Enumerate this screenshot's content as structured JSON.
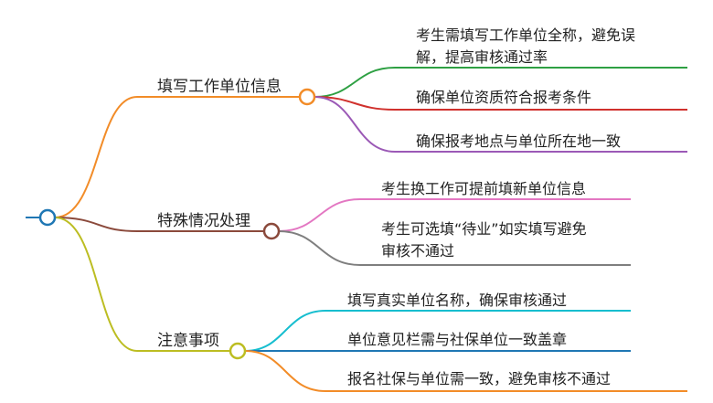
{
  "branches": [
    {
      "label": "填写工作单位信息",
      "color": "#F28C28",
      "children": [
        {
          "lines": [
            "考生需填写工作单位全称，避免误",
            "解，提高审核通过率"
          ],
          "color": "#2EA043"
        },
        {
          "lines": [
            "确保单位资质符合报考条件"
          ],
          "color": "#D0312D"
        },
        {
          "lines": [
            "确保报考地点与单位所在地一致"
          ],
          "color": "#9B59B6"
        }
      ]
    },
    {
      "label": "特殊情况处理",
      "color": "#8B4A3C",
      "children": [
        {
          "lines": [
            "考生换工作可提前填新单位信息"
          ],
          "color": "#E377C2"
        },
        {
          "lines": [
            "考生可选填“待业”如实填写避免",
            "审核不通过"
          ],
          "color": "#7F7F7F"
        }
      ]
    },
    {
      "label": "注意事项",
      "color": "#BCBD22",
      "children": [
        {
          "lines": [
            "填写真实单位名称，确保审核通过"
          ],
          "color": "#17BECF"
        },
        {
          "lines": [
            "单位意见栏需与社保单位一致盖章"
          ],
          "color": "#1F77B4"
        },
        {
          "lines": [
            "报名社保与单位需一致，避免审核不通过"
          ],
          "color": "#F28C28"
        }
      ]
    }
  ],
  "root": {
    "color": "#1F77B4"
  }
}
